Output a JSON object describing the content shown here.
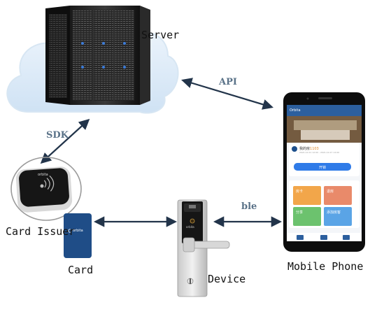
{
  "labels": {
    "server": "Server",
    "card_issuer": "Card Issuer",
    "card": "Card",
    "device": "Device",
    "mobile_phone": "Mobile Phone"
  },
  "connections": {
    "api": "API",
    "sdk": "SDK",
    "ble": "ble"
  },
  "branding": {
    "orbita_logo_text": "orbita"
  },
  "phone_screen": {
    "app_title": "Orbita",
    "room_title": "我的房",
    "room_number": "1103",
    "room_info": "2021-10-11 12:00 - 2021-10-17 12:00",
    "unlock_button": "开锁",
    "tile_labels": [
      "房卡",
      "退房",
      "分享",
      "添加房客"
    ]
  },
  "colors": {
    "arrow": "#22344a",
    "phone_header": "#2c5f9e",
    "unlock_blue": "#2f7be8",
    "tile_orange": "#f2a64a",
    "tile_green": "#6cc26e",
    "tile_blue": "#5aa4e6",
    "card_blue": "#1d4f8c"
  }
}
